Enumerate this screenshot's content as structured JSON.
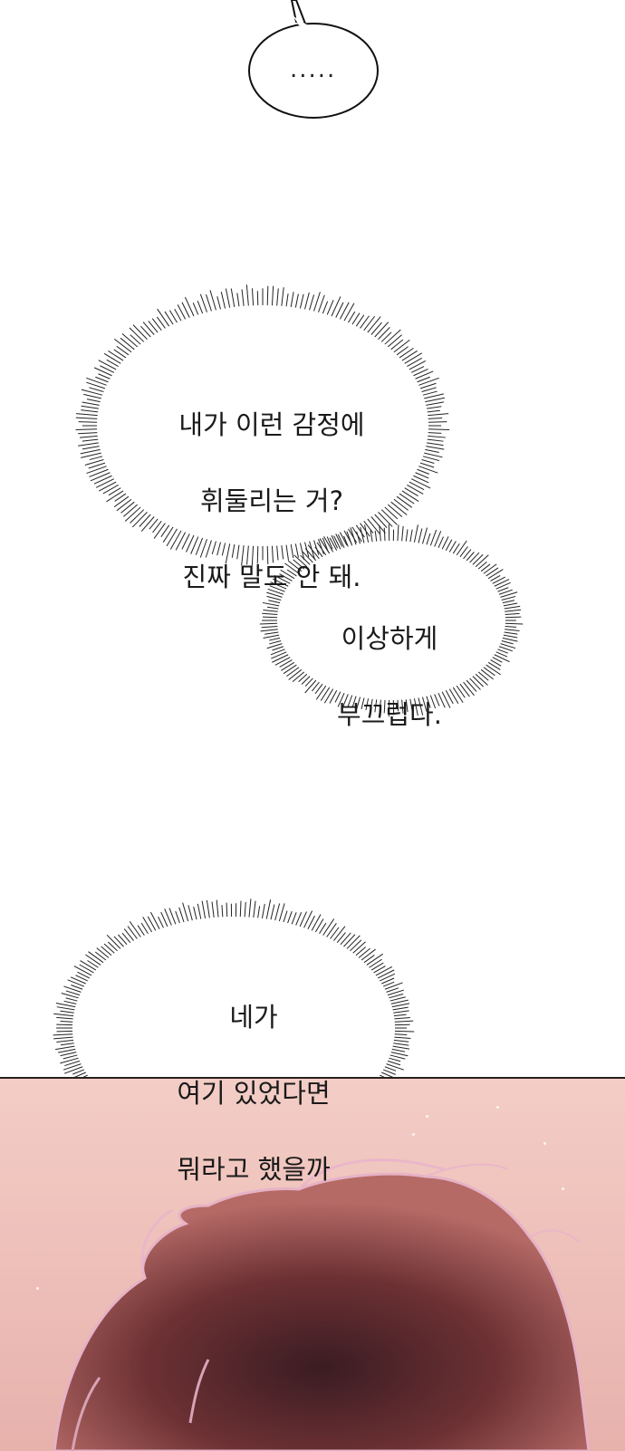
{
  "bubble_1": {
    "text": "....."
  },
  "bubble_2": {
    "lines": [
      "내가 이런 감정에",
      "휘둘리는 거?",
      "진짜 말도 안 돼."
    ]
  },
  "bubble_3": {
    "lines": [
      "이상하게",
      "부끄럽다."
    ]
  },
  "bubble_4": {
    "lines": [
      "네가",
      "여기 있었다면",
      "뭐라고 했을까"
    ]
  },
  "colors": {
    "panel_pink": "#f0c6bf",
    "hair": "#7a3a3a",
    "hair_outline": "#e8b6c8"
  }
}
